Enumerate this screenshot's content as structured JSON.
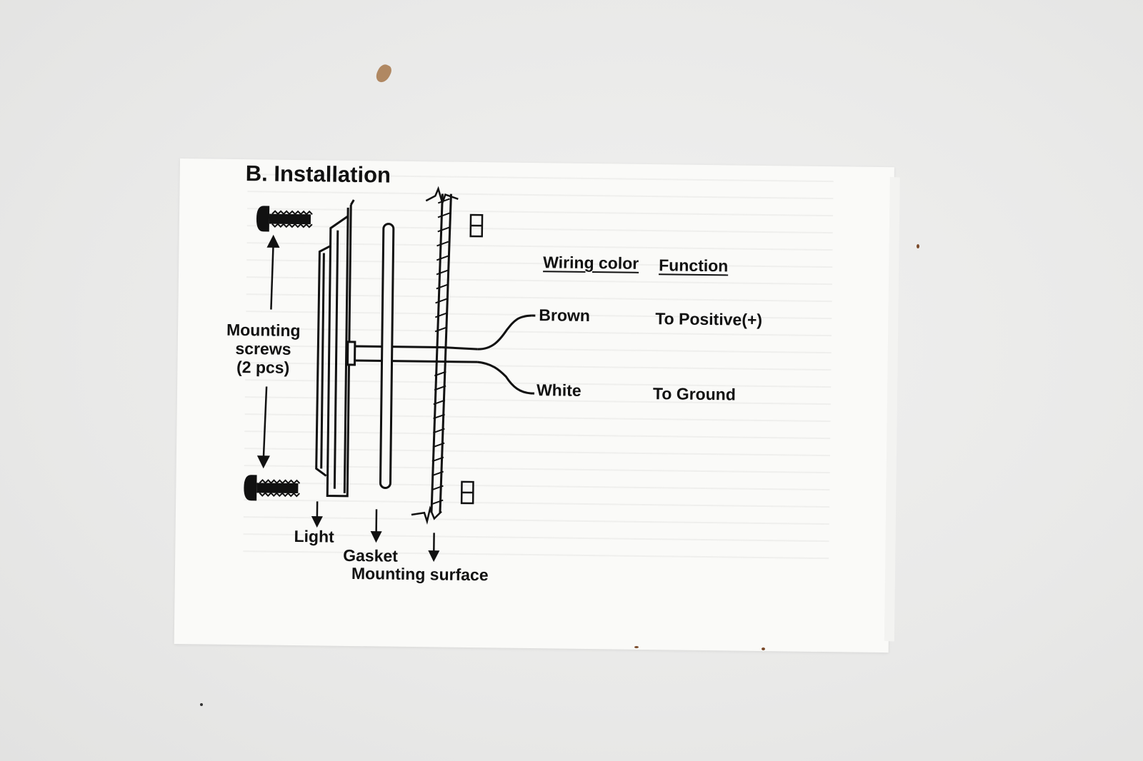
{
  "title": "B. Installation",
  "labels": {
    "mounting_screws": [
      "Mounting",
      "screws",
      "(2 pcs)"
    ],
    "light": "Light",
    "gasket": "Gasket",
    "mounting_surface": "Mounting surface"
  },
  "wiring_table": {
    "headers": {
      "color": "Wiring color",
      "function": "Function"
    },
    "rows": [
      {
        "color": "Brown",
        "function": "To Positive(+)"
      },
      {
        "color": "White",
        "function": "To Ground"
      }
    ]
  }
}
